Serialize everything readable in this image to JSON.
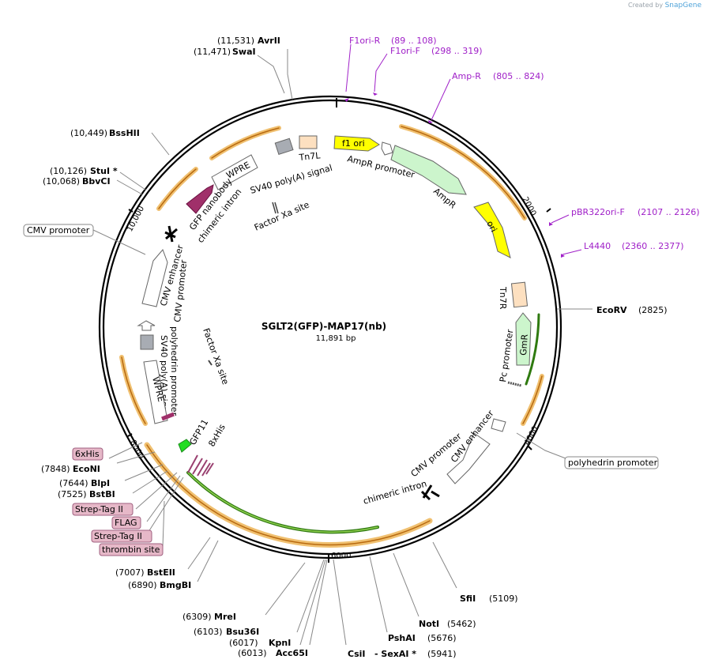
{
  "credit": {
    "prefix": "Created by",
    "brand": "SnapGene"
  },
  "plasmid": {
    "name": "SGLT2(GFP)-MAP17(nb)",
    "length_label": "11,891 bp"
  },
  "ticks": [
    "2000",
    "4000",
    "6000",
    "8000",
    "10,000"
  ],
  "sites": [
    {
      "name": "AvrII",
      "pos": "(11,531)"
    },
    {
      "name": "SwaI",
      "pos": "(11,471)"
    },
    {
      "name": "BssHII",
      "pos": "(10,449)"
    },
    {
      "name": "StuI *",
      "pos": "(10,126)"
    },
    {
      "name": "BbvCI",
      "pos": "(10,068)"
    },
    {
      "name": "EcoRV",
      "pos": "(2825)"
    },
    {
      "name": "SfiI",
      "pos": "(5109)"
    },
    {
      "name": "NotI",
      "pos": "(5462)"
    },
    {
      "name": "PshAI",
      "pos": "(5676)"
    },
    {
      "name": "CsiI",
      "pos": ""
    },
    {
      "name": "- SexAI *",
      "pos": "(5941)"
    },
    {
      "name": "Acc65I",
      "pos": "(6013)"
    },
    {
      "name": "KpnI",
      "pos": "(6017)"
    },
    {
      "name": "Bsu36I",
      "pos": "(6103)"
    },
    {
      "name": "MreI",
      "pos": "(6309)"
    },
    {
      "name": "BmgBI",
      "pos": "(6890)"
    },
    {
      "name": "BstEII",
      "pos": "(7007)"
    },
    {
      "name": "BstBI",
      "pos": "(7525)"
    },
    {
      "name": "BlpI",
      "pos": "(7644)"
    },
    {
      "name": "EcoNI",
      "pos": "(7848)"
    }
  ],
  "primers": [
    {
      "name": "F1ori-R",
      "range": "(89 .. 108)"
    },
    {
      "name": "F1ori-F",
      "range": "(298 .. 319)"
    },
    {
      "name": "Amp-R",
      "range": "(805 .. 824)"
    },
    {
      "name": "pBR322ori-F",
      "range": "(2107 .. 2126)"
    },
    {
      "name": "L4440",
      "range": "(2360 .. 2377)"
    }
  ],
  "boxed_labels": [
    "CMV promoter",
    "polyhedrin promoter"
  ],
  "tag_labels": [
    "6xHis",
    "Strep-Tag II",
    "FLAG",
    "Strep-Tag II",
    "thrombin site"
  ],
  "features": [
    "f1 ori",
    "AmpR promoter",
    "AmpR",
    "ori",
    "Tn7R",
    "Pc promoter",
    "GmR",
    "CMV enhancer",
    "CMV promoter",
    "chimeric intron",
    "Tn7L",
    "SV40 poly(A) signal",
    "Factor Xa site",
    "WPRE",
    "GFP nanobody",
    "chimeric intron",
    "CMV enhancer",
    "CMV promoter",
    "polyhedrin promoter",
    "SV40 poly(A) signal",
    "Factor Xa site",
    "WPRE",
    "GFP11",
    "8xHis"
  ],
  "colors": {
    "primer": "#a020c8",
    "f1_ori": "#ffff00",
    "ori": "#ffff00",
    "ampr": "#ccf5cc",
    "tn7": "#fde0c0",
    "orf_outline": "#e8a040",
    "orf_green": "#3a8a10",
    "nanobody": "#a0306a",
    "gfp11": "#22dd22",
    "tag_fill": "#e6b8c8",
    "sv40": "#a8acb3"
  }
}
